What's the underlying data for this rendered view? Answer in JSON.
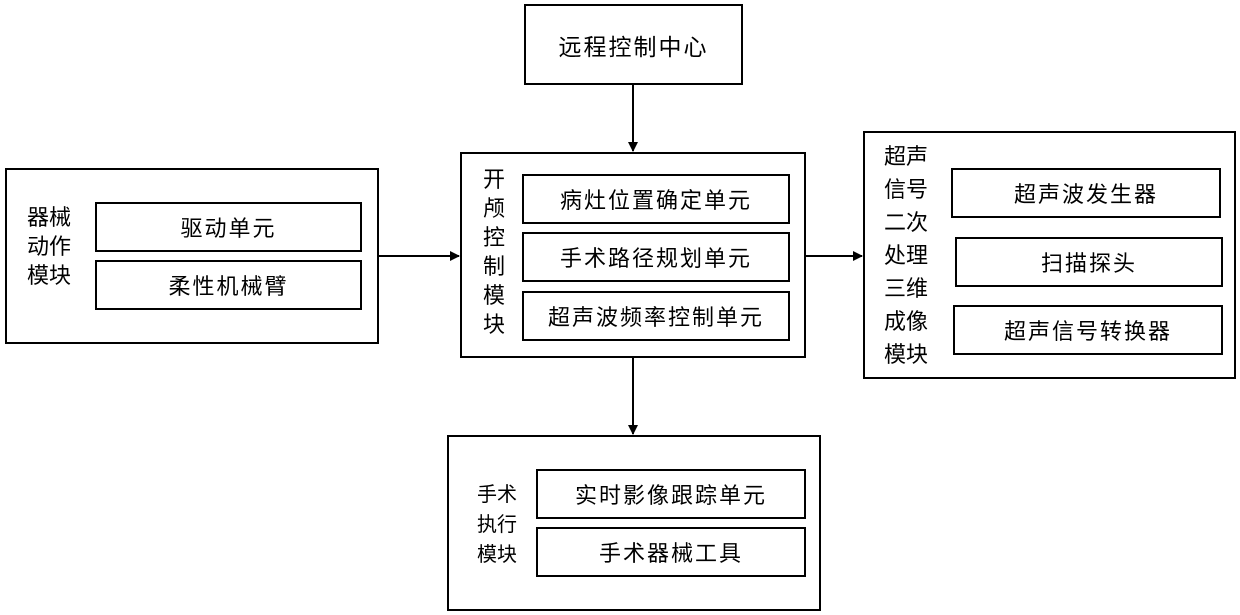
{
  "remote_center": {
    "label": "远程控制中心"
  },
  "craniotomy_module": {
    "label_lines": [
      "开",
      "颅",
      "控",
      "制",
      "模",
      "块"
    ],
    "units": [
      "病灶位置确定单元",
      "手术路径规划单元",
      "超声波频率控制单元"
    ]
  },
  "instrument_module": {
    "label_lines": [
      "器械",
      "动作",
      "模块"
    ],
    "units": [
      "驱动单元",
      "柔性机械臂"
    ]
  },
  "ultrasound_module": {
    "label_lines": [
      "超声",
      "信号",
      "二次",
      "处理",
      "三维",
      "成像",
      "模块"
    ],
    "units": [
      "超声波发生器",
      "扫描探头",
      "超声信号转换器"
    ]
  },
  "surgery_module": {
    "label_lines": [
      "手术",
      "执行",
      "模块"
    ],
    "units": [
      "实时影像跟踪单元",
      "手术器械工具"
    ]
  }
}
